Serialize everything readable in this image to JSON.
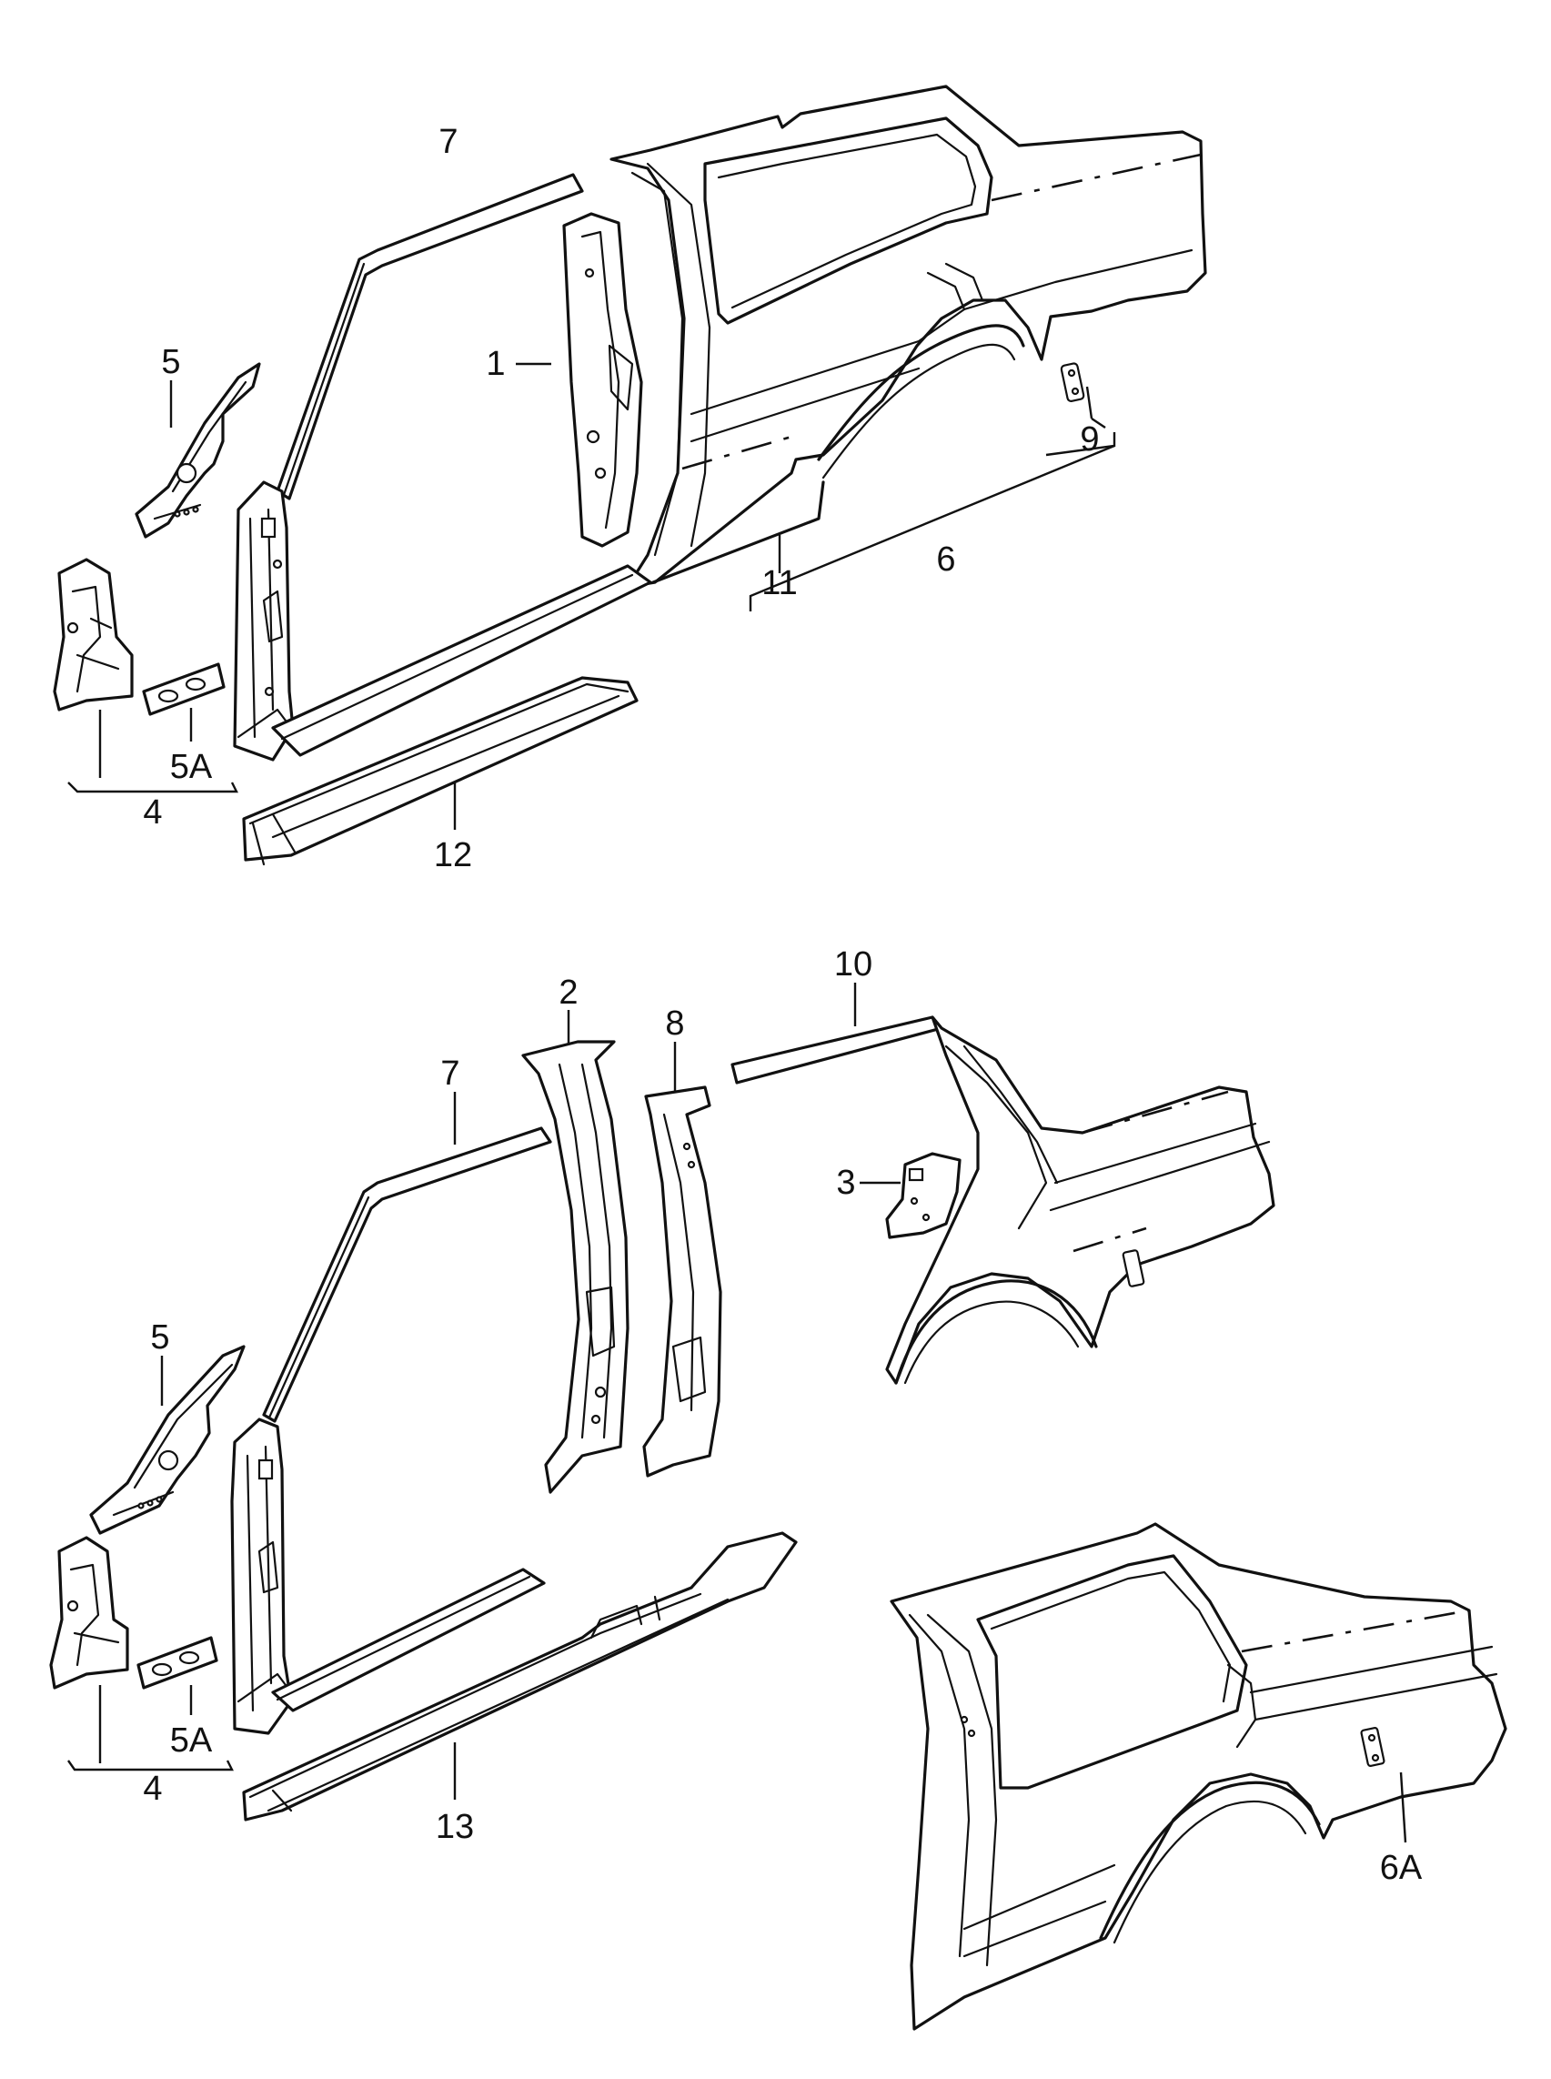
{
  "callouts": {
    "c1": "1",
    "c2": "2",
    "c3": "3",
    "c4_top": "4",
    "c4_bottom": "4",
    "c5_top": "5",
    "c5_bottom": "5",
    "c5a_top": "5A",
    "c5a_bottom": "5A",
    "c6": "6",
    "c6a": "6A",
    "c7_top": "7",
    "c7_bottom": "7",
    "c8": "8",
    "c9": "9",
    "c10": "10",
    "c11": "11",
    "c12": "12",
    "c13": "13"
  },
  "colors": {
    "line": "#111111",
    "background": "#ffffff"
  }
}
